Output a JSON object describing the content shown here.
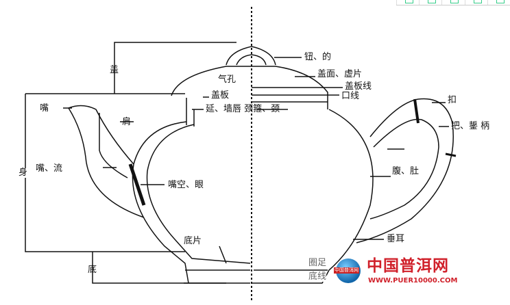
{
  "toolbar": {
    "icons": [
      "window-icon",
      "link-icon",
      "image-icon",
      "window-icon",
      "square-icon"
    ]
  },
  "labels": {
    "knob": "钮、的",
    "air_hole": "气孔",
    "lid_surface": "盖面、虚片",
    "lid_board_line": "盖板线",
    "mouth_line": "口线",
    "lid_board": "盖板",
    "neck": "延、墙唇 颈箍、颈",
    "button": "扣",
    "handle": "把、鋬 柄",
    "lid": "盖",
    "body": "身",
    "base": "底",
    "spout": "嘴",
    "spout_flow": "嘴、流",
    "shoulder": "肩",
    "spout_hole": "嘴空、眼",
    "belly": "腹、肚",
    "base_plate": "底片",
    "hanging_ear": "垂耳",
    "foot": "圈足",
    "base_line": "底线"
  },
  "watermark": {
    "title": "中国普洱网",
    "url": "WWW.PUER10000.COM",
    "globe_text": "中国普洱网"
  }
}
